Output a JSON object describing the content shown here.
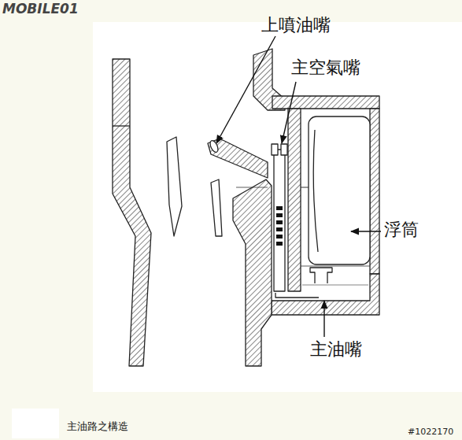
{
  "diagram": {
    "caption": "主油路之構造",
    "labels": [
      "上噴油嘴",
      "主空氣嘴",
      "浮筒",
      "主油嘴",
      "MOBILE01",
      "#1022170"
    ]
  }
}
